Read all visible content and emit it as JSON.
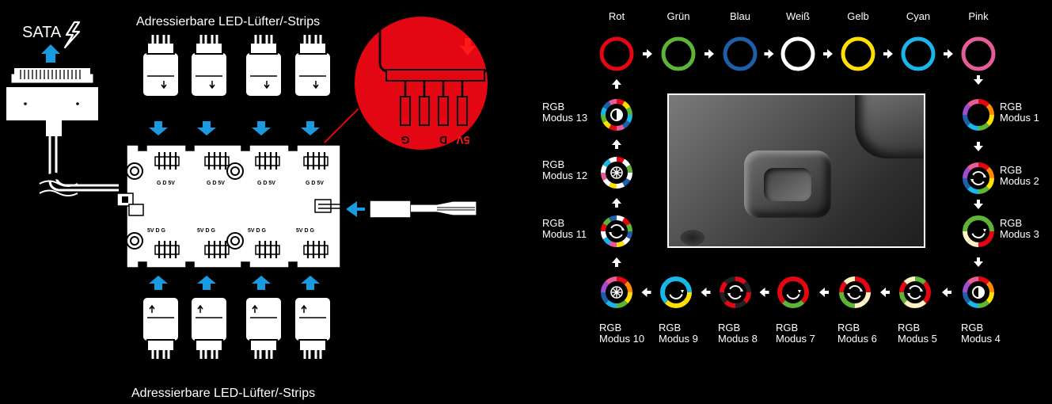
{
  "labels": {
    "sata": "SATA",
    "strips_top": "Adressierbare LED-Lüfter/-Strips",
    "strips_bottom": "Adressierbare LED-Lüfter/-Strips",
    "pin_g": "G",
    "pin_d": "D",
    "pin_5v": "5V",
    "hub_pins_top": "G  D 5V",
    "hub_pins_bottom": "5V D   G"
  },
  "colors_sequence": [
    {
      "name": "Rot",
      "color": "#e30613"
    },
    {
      "name": "Grün",
      "color": "#5db536"
    },
    {
      "name": "Blau",
      "color": "#1d5fa8"
    },
    {
      "name": "Weiß",
      "color": "#ffffff"
    },
    {
      "name": "Gelb",
      "color": "#ffe000"
    },
    {
      "name": "Cyan",
      "color": "#19b6ea"
    },
    {
      "name": "Pink",
      "color": "#e85b9a"
    }
  ],
  "modes": [
    {
      "line1": "RGB",
      "line2": "Modus 1",
      "icon": "none"
    },
    {
      "line1": "RGB",
      "line2": "Modus 2",
      "icon": "rotate-arrows-icon"
    },
    {
      "line1": "RGB",
      "line2": "Modus 3",
      "icon": "curve-arrow-icon"
    },
    {
      "line1": "RGB",
      "line2": "Modus 4",
      "icon": "half-circle-icon"
    },
    {
      "line1": "RGB",
      "line2": "Modus 5",
      "icon": "rotate-arrows-icon"
    },
    {
      "line1": "RGB",
      "line2": "Modus 6",
      "icon": "rotate-arrows-icon"
    },
    {
      "line1": "RGB",
      "line2": "Modus 7",
      "icon": "curve-arrow-icon"
    },
    {
      "line1": "RGB",
      "line2": "Modus 8",
      "icon": "rotate-arrows-icon"
    },
    {
      "line1": "RGB",
      "line2": "Modus 9",
      "icon": "curve-arrow-icon"
    },
    {
      "line1": "RGB",
      "line2": "Modus 10",
      "icon": "snowflake-icon"
    },
    {
      "line1": "RGB",
      "line2": "Modus 11",
      "icon": "rotate-arrows-icon"
    },
    {
      "line1": "RGB",
      "line2": "Modus 12",
      "icon": "snowflake-icon"
    },
    {
      "line1": "RGB",
      "line2": "Modus 13",
      "icon": "half-circle-icon"
    }
  ],
  "accent": {
    "arrow_blue": "#1a9be0",
    "arrow_red": "#e30613",
    "magnifier_red": "#e30613"
  }
}
